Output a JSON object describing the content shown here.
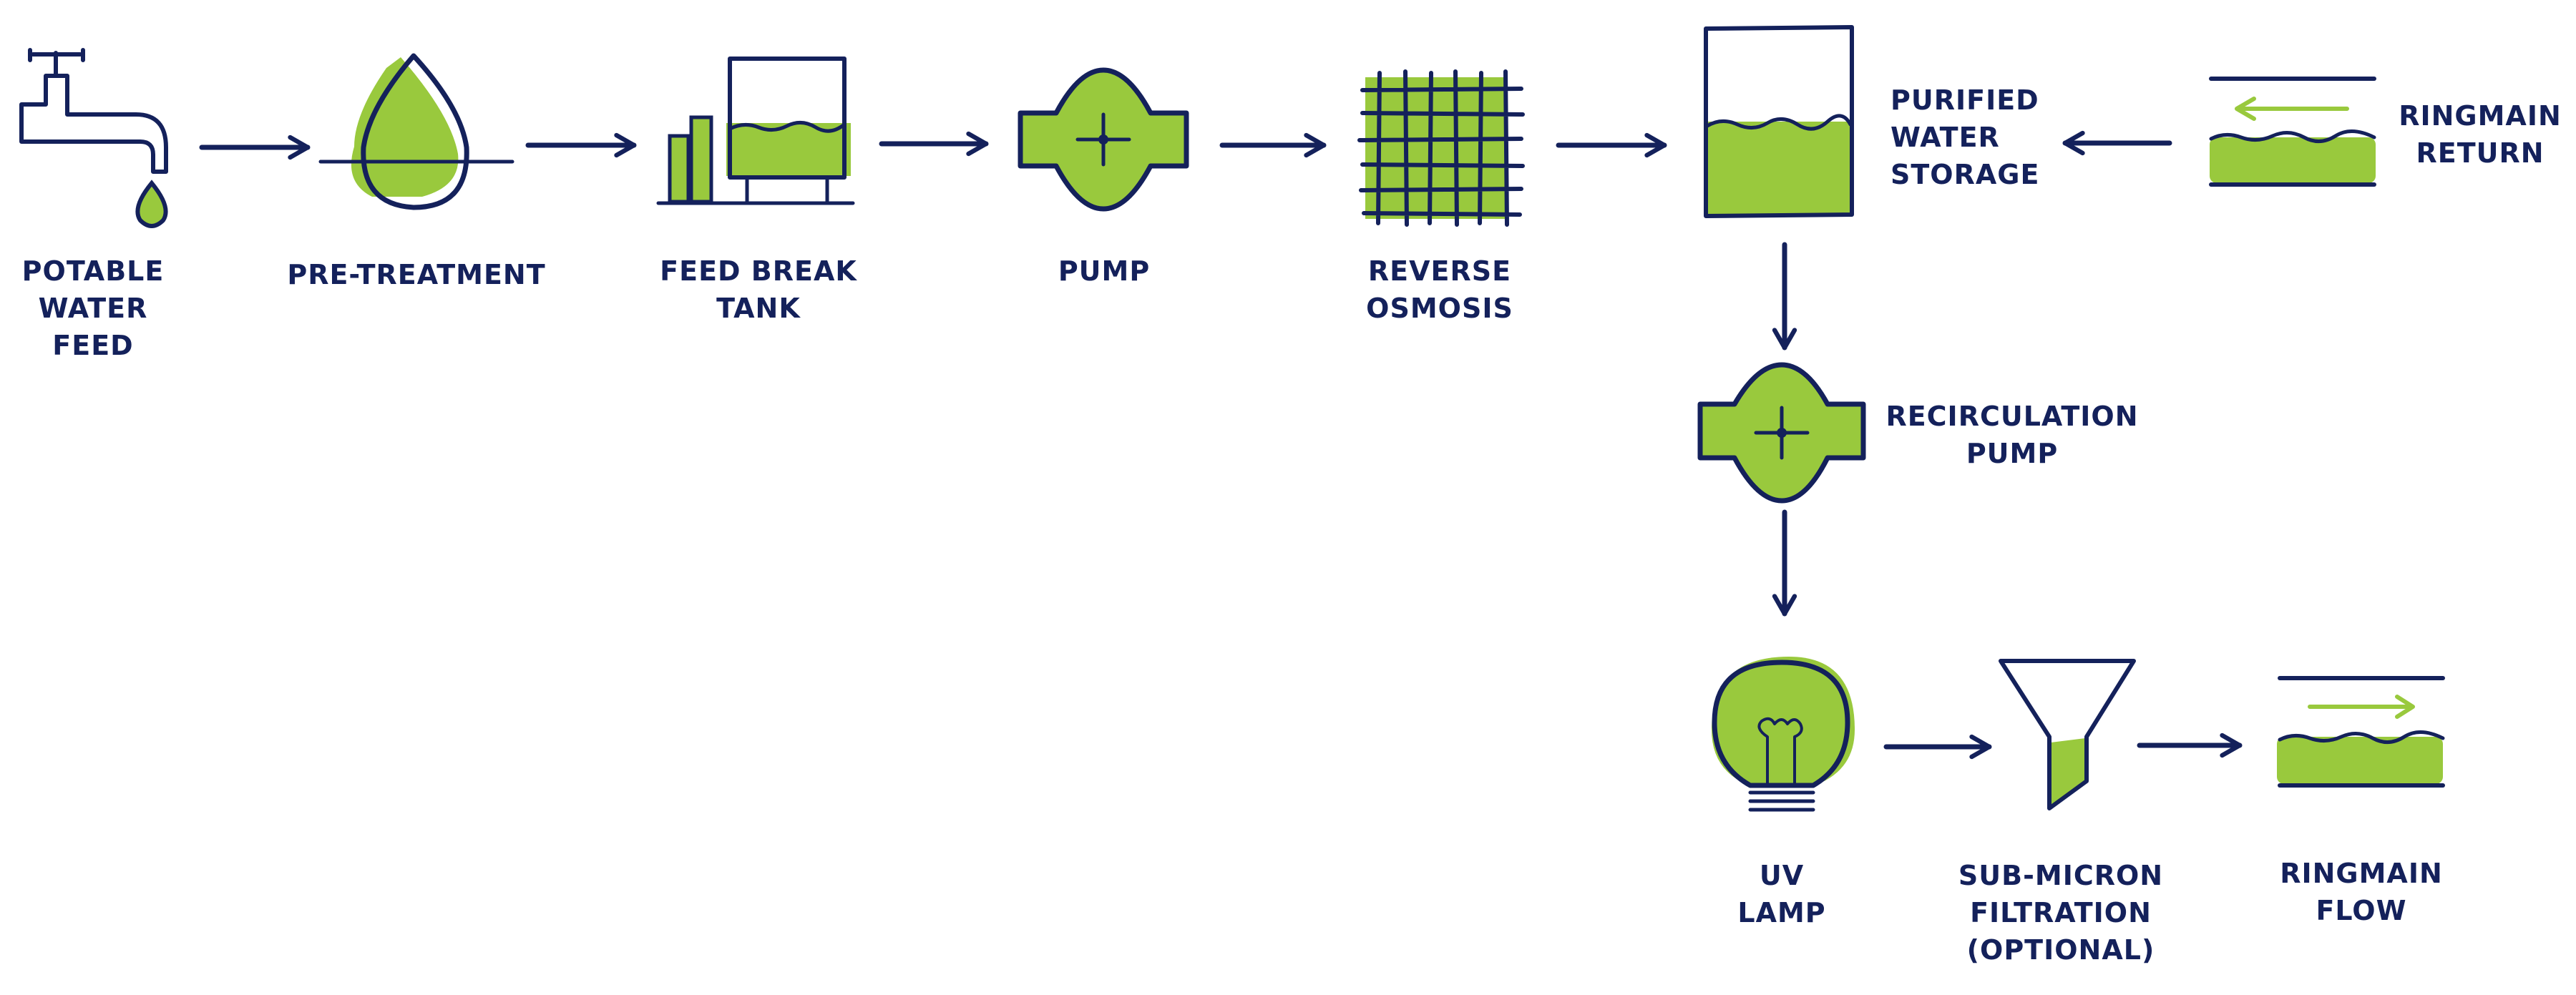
{
  "colors": {
    "navy": "#14215b",
    "green": "#99c93d",
    "background": "#ffffff"
  },
  "steps": {
    "potable_water_feed": {
      "label": "POTABLE\nWATER\nFEED",
      "icon": "tap-icon"
    },
    "pre_treatment": {
      "label": "PRE-TREATMENT",
      "icon": "droplet-icon"
    },
    "feed_break_tank": {
      "label": "FEED BREAK\nTANK",
      "icon": "tank-icon"
    },
    "pump": {
      "label": "PUMP",
      "icon": "pump-icon"
    },
    "reverse_osmosis": {
      "label": "REVERSE\nOSMOSIS",
      "icon": "membrane-mesh-icon"
    },
    "purified_water_storage": {
      "label": "PURIFIED\nWATER\nSTORAGE",
      "icon": "storage-tank-icon"
    },
    "ringmain_return": {
      "label": "RINGMAIN\nRETURN",
      "icon": "pipe-flow-left-icon"
    },
    "recirculation_pump": {
      "label": "RECIRCULATION\nPUMP",
      "icon": "pump-icon"
    },
    "uv_lamp": {
      "label": "UV\nLAMP",
      "icon": "light-bulb-icon"
    },
    "sub_micron_filtration": {
      "label": "SUB-MICRON\nFILTRATION\n(OPTIONAL)",
      "icon": "funnel-icon"
    },
    "ringmain_flow": {
      "label": "RINGMAIN\nFLOW",
      "icon": "pipe-flow-right-icon"
    }
  }
}
